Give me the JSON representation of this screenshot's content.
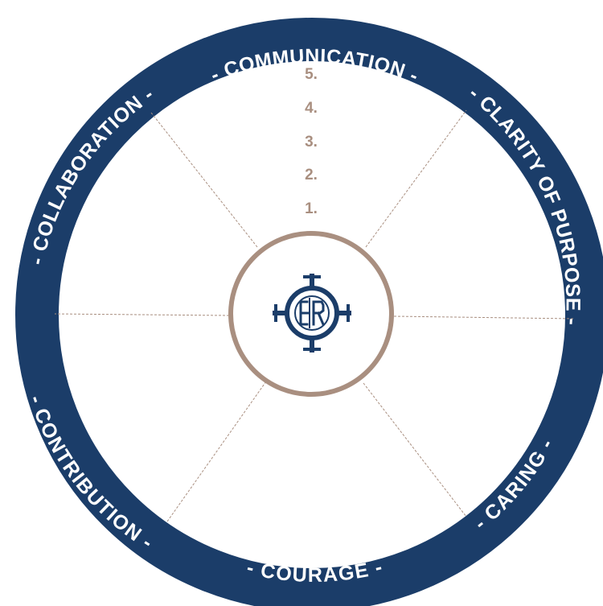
{
  "diagram": {
    "colors": {
      "ring": "#1b3d69",
      "hub_stroke": "#a98f80",
      "spoke": "#a98f80",
      "scale_text": "#a98f80",
      "ring_text": "#ffffff",
      "logo": "#1b3d69"
    },
    "segments": [
      {
        "label": "- COMMUNICATION -"
      },
      {
        "label": "- CLARITY OF PURPOSE -"
      },
      {
        "label": "- CARING -"
      },
      {
        "label": "- COURAGE -"
      },
      {
        "label": "- CONTRIBUTION -"
      },
      {
        "label": "- COLLABORATION -"
      }
    ],
    "scale": [
      "5.",
      "4.",
      "3.",
      "2.",
      "1."
    ],
    "center_icon": "monogram-logo-icon"
  }
}
